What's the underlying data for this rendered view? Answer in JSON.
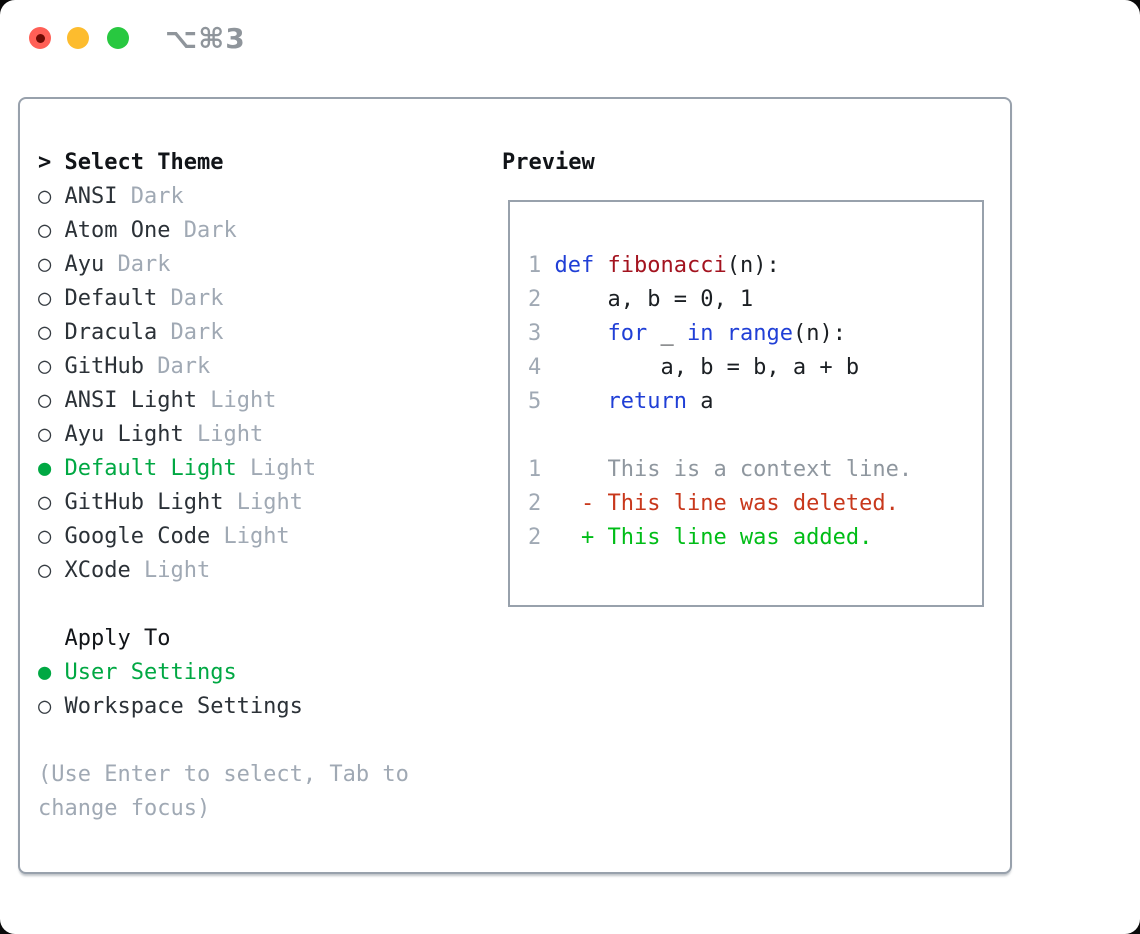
{
  "window": {
    "title": "⌥⌘3"
  },
  "colors": {
    "traffic_red": "#ff5f56",
    "traffic_dot": "#6e0b04",
    "traffic_yellow": "#fdbc2e",
    "traffic_green": "#28c840",
    "title_gray": "#8f959b",
    "border_gray": "#98a1ac",
    "header_black": "#111418",
    "text_dark": "#2b3137",
    "bullet_dark": "#363c42",
    "muted_gray": "#a0a9b4",
    "context_gray": "#8f979f",
    "accent_green": "#00a843",
    "added_green": "#00bd17",
    "deleted_red": "#c8381c",
    "keyword_blue": "#203fd6",
    "function_red": "#a3131f",
    "code_black": "#1b1f23"
  },
  "icons": {
    "radio_on": "●",
    "radio_off": "○",
    "cursor": ">"
  },
  "theme_panel": {
    "header": "Select Theme",
    "header_prefix": ">",
    "items": [
      {
        "name": "ANSI",
        "tag": "Dark",
        "selected": false
      },
      {
        "name": "Atom One",
        "tag": "Dark",
        "selected": false
      },
      {
        "name": "Ayu",
        "tag": "Dark",
        "selected": false
      },
      {
        "name": "Default",
        "tag": "Dark",
        "selected": false
      },
      {
        "name": "Dracula",
        "tag": "Dark",
        "selected": false
      },
      {
        "name": "GitHub",
        "tag": "Dark",
        "selected": false
      },
      {
        "name": "ANSI Light",
        "tag": "Light",
        "selected": false
      },
      {
        "name": "Ayu Light",
        "tag": "Light",
        "selected": false
      },
      {
        "name": "Default Light",
        "tag": "Light",
        "selected": true
      },
      {
        "name": "GitHub Light",
        "tag": "Light",
        "selected": false
      },
      {
        "name": "Google Code",
        "tag": "Light",
        "selected": false
      },
      {
        "name": "XCode",
        "tag": "Light",
        "selected": false
      }
    ]
  },
  "apply_panel": {
    "header": "Apply To",
    "items": [
      {
        "name": "User Settings",
        "selected": true
      },
      {
        "name": "Workspace Settings",
        "selected": false
      }
    ]
  },
  "hint": {
    "line1": "(Use Enter to select, Tab to",
    "line2": "change focus)"
  },
  "preview": {
    "header": "Preview",
    "code_lines": [
      {
        "num": "1",
        "tokens": [
          {
            "c": "kw",
            "t": "def"
          },
          {
            "c": "plain",
            "t": " "
          },
          {
            "c": "fn",
            "t": "fibonacci"
          },
          {
            "c": "plain",
            "t": "(n):"
          }
        ]
      },
      {
        "num": "2",
        "tokens": [
          {
            "c": "plain",
            "t": "    a, b = 0, 1"
          }
        ]
      },
      {
        "num": "3",
        "tokens": [
          {
            "c": "plain",
            "t": "    "
          },
          {
            "c": "kw",
            "t": "for"
          },
          {
            "c": "plain",
            "t": " _ "
          },
          {
            "c": "kw",
            "t": "in"
          },
          {
            "c": "plain",
            "t": " "
          },
          {
            "c": "kw",
            "t": "range"
          },
          {
            "c": "plain",
            "t": "(n):"
          }
        ]
      },
      {
        "num": "4",
        "tokens": [
          {
            "c": "plain",
            "t": "        a, b = b, a + b"
          }
        ]
      },
      {
        "num": "5",
        "tokens": [
          {
            "c": "plain",
            "t": "    "
          },
          {
            "c": "kw",
            "t": "return"
          },
          {
            "c": "plain",
            "t": " a"
          }
        ]
      }
    ],
    "diff_lines": [
      {
        "num": "1",
        "tokens": [
          {
            "c": "ctx",
            "t": "    This is a context line."
          }
        ]
      },
      {
        "num": "2",
        "tokens": [
          {
            "c": "del",
            "t": "  - This line was deleted."
          }
        ]
      },
      {
        "num": "2",
        "tokens": [
          {
            "c": "add",
            "t": "  + This line was added."
          }
        ]
      }
    ]
  }
}
